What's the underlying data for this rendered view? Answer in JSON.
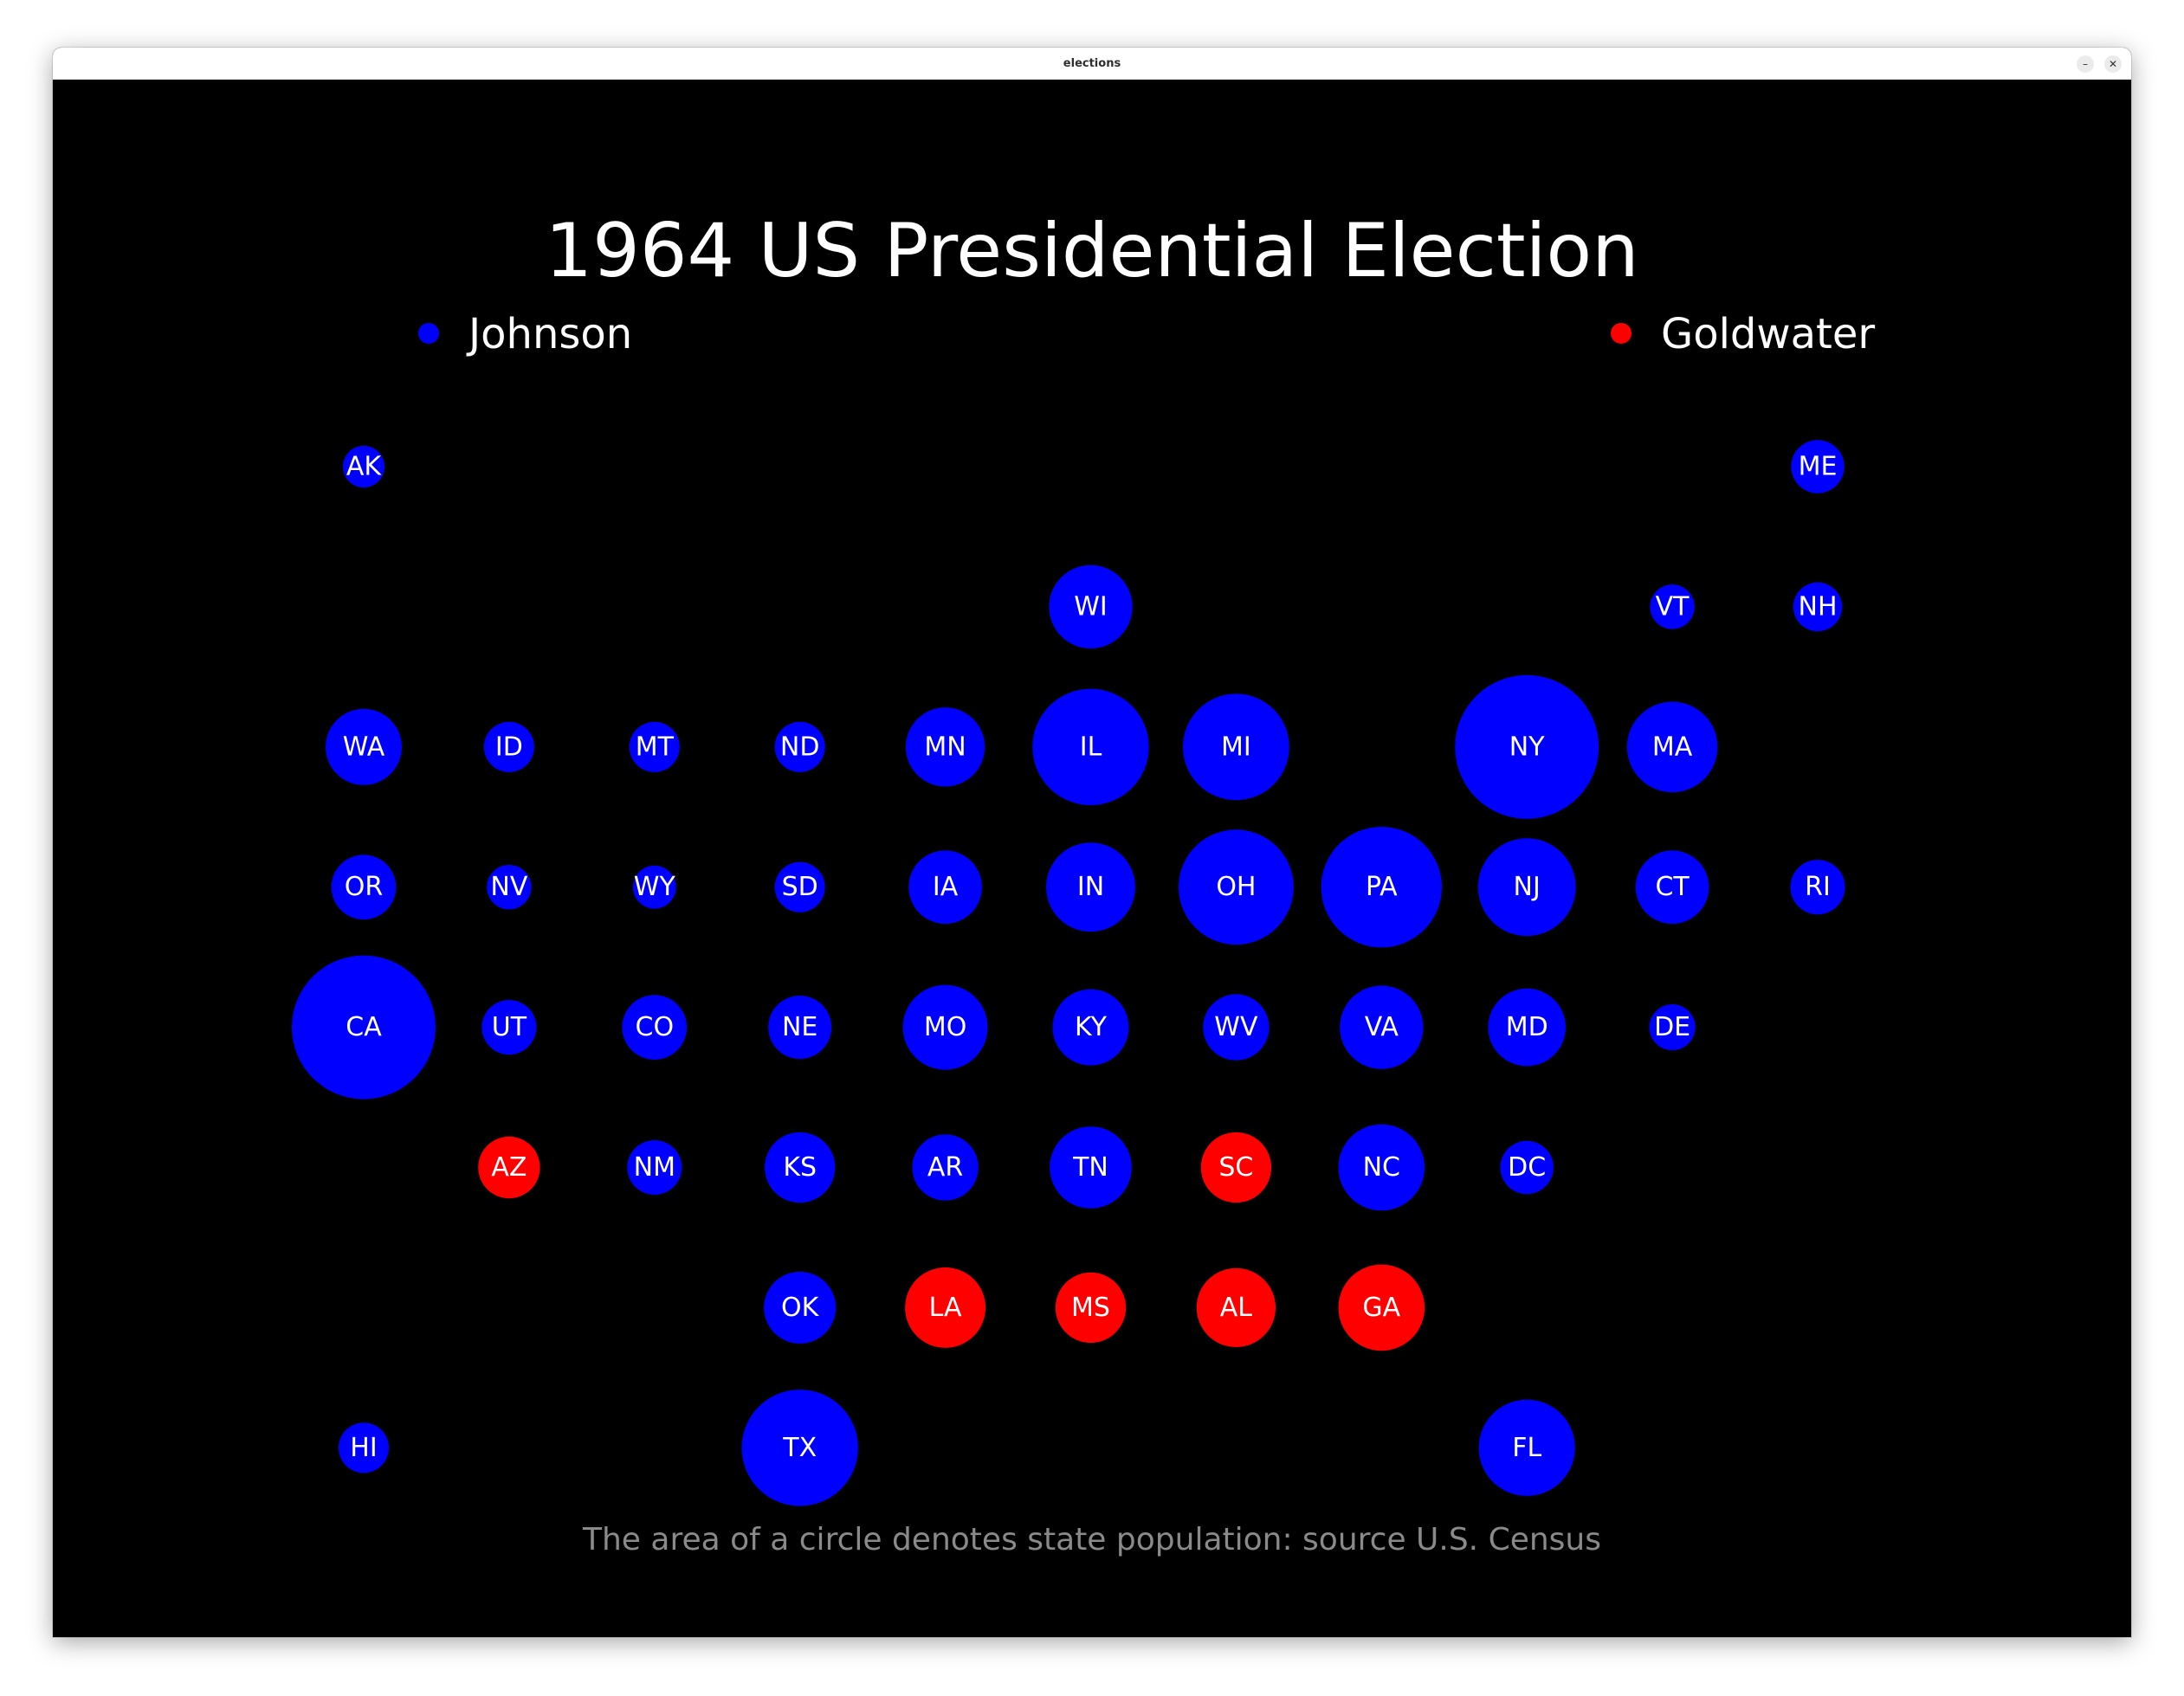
{
  "window": {
    "title": "elections",
    "minimize_icon": "minimize-icon",
    "close_icon": "close-icon",
    "minimize_glyph": "–",
    "close_glyph": "✕"
  },
  "chart_title": "1964 US Presidential Election",
  "legend": [
    {
      "label": "Johnson",
      "color": "#0000ff"
    },
    {
      "label": "Goldwater",
      "color": "#ff0000"
    }
  ],
  "footnote": "The area of a circle denotes state population: source U.S. Census",
  "chart_data": {
    "type": "bubble-grid-map",
    "title": "1964 US Presidential Election",
    "size_encoding": "The area of a circle denotes state population: source U.S. Census",
    "colors": {
      "Johnson": "#0000ff",
      "Goldwater": "#ff0000"
    },
    "states": [
      {
        "state": "AK",
        "col": 0,
        "row": 0,
        "winner": "Johnson",
        "rel_size": 0.29
      },
      {
        "state": "ME",
        "col": 10,
        "row": 0,
        "winner": "Johnson",
        "rel_size": 0.37
      },
      {
        "state": "WI",
        "col": 5,
        "row": 1,
        "winner": "Johnson",
        "rel_size": 0.58
      },
      {
        "state": "VT",
        "col": 9,
        "row": 1,
        "winner": "Johnson",
        "rel_size": 0.31
      },
      {
        "state": "NH",
        "col": 10,
        "row": 1,
        "winner": "Johnson",
        "rel_size": 0.34
      },
      {
        "state": "WA",
        "col": 0,
        "row": 2,
        "winner": "Johnson",
        "rel_size": 0.53
      },
      {
        "state": "ID",
        "col": 1,
        "row": 2,
        "winner": "Johnson",
        "rel_size": 0.35
      },
      {
        "state": "MT",
        "col": 2,
        "row": 2,
        "winner": "Johnson",
        "rel_size": 0.35
      },
      {
        "state": "ND",
        "col": 3,
        "row": 2,
        "winner": "Johnson",
        "rel_size": 0.35
      },
      {
        "state": "MN",
        "col": 4,
        "row": 2,
        "winner": "Johnson",
        "rel_size": 0.55
      },
      {
        "state": "IL",
        "col": 5,
        "row": 2,
        "winner": "Johnson",
        "rel_size": 0.81
      },
      {
        "state": "MI",
        "col": 6,
        "row": 2,
        "winner": "Johnson",
        "rel_size": 0.74
      },
      {
        "state": "NY",
        "col": 8,
        "row": 2,
        "winner": "Johnson",
        "rel_size": 1.0
      },
      {
        "state": "MA",
        "col": 9,
        "row": 2,
        "winner": "Johnson",
        "rel_size": 0.63
      },
      {
        "state": "OR",
        "col": 0,
        "row": 3,
        "winner": "Johnson",
        "rel_size": 0.45
      },
      {
        "state": "NV",
        "col": 1,
        "row": 3,
        "winner": "Johnson",
        "rel_size": 0.31
      },
      {
        "state": "WY",
        "col": 2,
        "row": 3,
        "winner": "Johnson",
        "rel_size": 0.3
      },
      {
        "state": "SD",
        "col": 3,
        "row": 3,
        "winner": "Johnson",
        "rel_size": 0.35
      },
      {
        "state": "IA",
        "col": 4,
        "row": 3,
        "winner": "Johnson",
        "rel_size": 0.51
      },
      {
        "state": "IN",
        "col": 5,
        "row": 3,
        "winner": "Johnson",
        "rel_size": 0.62
      },
      {
        "state": "OH",
        "col": 6,
        "row": 3,
        "winner": "Johnson",
        "rel_size": 0.8
      },
      {
        "state": "PA",
        "col": 7,
        "row": 3,
        "winner": "Johnson",
        "rel_size": 0.84
      },
      {
        "state": "NJ",
        "col": 8,
        "row": 3,
        "winner": "Johnson",
        "rel_size": 0.68
      },
      {
        "state": "CT",
        "col": 9,
        "row": 3,
        "winner": "Johnson",
        "rel_size": 0.51
      },
      {
        "state": "RI",
        "col": 10,
        "row": 3,
        "winner": "Johnson",
        "rel_size": 0.38
      },
      {
        "state": "CA",
        "col": 0,
        "row": 4,
        "winner": "Johnson",
        "rel_size": 1.0
      },
      {
        "state": "UT",
        "col": 1,
        "row": 4,
        "winner": "Johnson",
        "rel_size": 0.38
      },
      {
        "state": "CO",
        "col": 2,
        "row": 4,
        "winner": "Johnson",
        "rel_size": 0.45
      },
      {
        "state": "NE",
        "col": 3,
        "row": 4,
        "winner": "Johnson",
        "rel_size": 0.44
      },
      {
        "state": "MO",
        "col": 4,
        "row": 4,
        "winner": "Johnson",
        "rel_size": 0.59
      },
      {
        "state": "KY",
        "col": 5,
        "row": 4,
        "winner": "Johnson",
        "rel_size": 0.53
      },
      {
        "state": "WV",
        "col": 6,
        "row": 4,
        "winner": "Johnson",
        "rel_size": 0.46
      },
      {
        "state": "VA",
        "col": 7,
        "row": 4,
        "winner": "Johnson",
        "rel_size": 0.58
      },
      {
        "state": "MD",
        "col": 8,
        "row": 4,
        "winner": "Johnson",
        "rel_size": 0.54
      },
      {
        "state": "DE",
        "col": 9,
        "row": 4,
        "winner": "Johnson",
        "rel_size": 0.32
      },
      {
        "state": "AZ",
        "col": 1,
        "row": 5,
        "winner": "Goldwater",
        "rel_size": 0.43
      },
      {
        "state": "NM",
        "col": 2,
        "row": 5,
        "winner": "Johnson",
        "rel_size": 0.38
      },
      {
        "state": "KS",
        "col": 3,
        "row": 5,
        "winner": "Johnson",
        "rel_size": 0.49
      },
      {
        "state": "AR",
        "col": 4,
        "row": 5,
        "winner": "Johnson",
        "rel_size": 0.46
      },
      {
        "state": "TN",
        "col": 5,
        "row": 5,
        "winner": "Johnson",
        "rel_size": 0.57
      },
      {
        "state": "SC",
        "col": 6,
        "row": 5,
        "winner": "Goldwater",
        "rel_size": 0.49
      },
      {
        "state": "NC",
        "col": 7,
        "row": 5,
        "winner": "Johnson",
        "rel_size": 0.6
      },
      {
        "state": "DC",
        "col": 8,
        "row": 5,
        "winner": "Johnson",
        "rel_size": 0.37
      },
      {
        "state": "OK",
        "col": 3,
        "row": 6,
        "winner": "Johnson",
        "rel_size": 0.5
      },
      {
        "state": "LA",
        "col": 4,
        "row": 6,
        "winner": "Goldwater",
        "rel_size": 0.56
      },
      {
        "state": "MS",
        "col": 5,
        "row": 6,
        "winner": "Goldwater",
        "rel_size": 0.49
      },
      {
        "state": "AL",
        "col": 6,
        "row": 6,
        "winner": "Goldwater",
        "rel_size": 0.55
      },
      {
        "state": "GA",
        "col": 7,
        "row": 6,
        "winner": "Goldwater",
        "rel_size": 0.6
      },
      {
        "state": "HI",
        "col": 0,
        "row": 7,
        "winner": "Johnson",
        "rel_size": 0.35
      },
      {
        "state": "TX",
        "col": 3,
        "row": 7,
        "winner": "Johnson",
        "rel_size": 0.81
      },
      {
        "state": "FL",
        "col": 8,
        "row": 7,
        "winner": "Johnson",
        "rel_size": 0.67
      }
    ]
  }
}
